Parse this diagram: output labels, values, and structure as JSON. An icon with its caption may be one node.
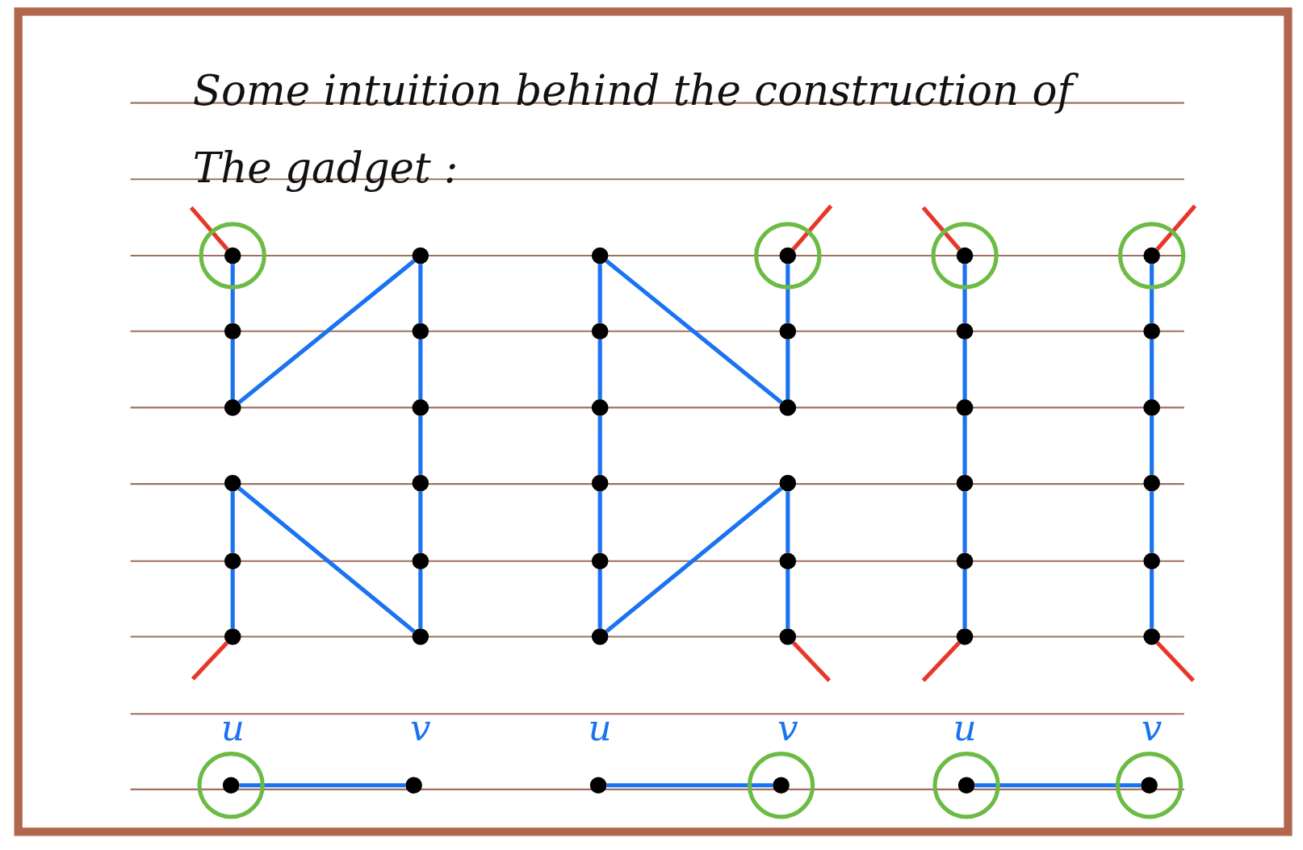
{
  "diagram": {
    "title": "Some intuition behind the construction of The gadget :",
    "nodes": [
      {
        "text": [],
        "shape": "circle"
      },
      {
        "text": [],
        "shape": "circle"
      },
      {
        "text": [],
        "shape": "circle"
      },
      {
        "text": [],
        "shape": "circle"
      },
      {
        "text": [],
        "shape": "circle"
      },
      {
        "text": [],
        "shape": "circle"
      },
      {
        "text": [],
        "shape": "circle"
      },
      {
        "text": [],
        "shape": "circle"
      },
      {
        "text": [],
        "shape": "circle"
      },
      {
        "text": [],
        "shape": "circle"
      },
      {
        "text": [],
        "shape": "circle"
      },
      {
        "text": [],
        "shape": "circle"
      },
      {
        "text": [],
        "shape": "circle"
      },
      {
        "text": [],
        "shape": "circle"
      },
      {
        "text": [],
        "shape": "circle"
      },
      {
        "text": [],
        "shape": "circle"
      },
      {
        "text": [],
        "shape": "circle"
      },
      {
        "text": [],
        "shape": "circle"
      },
      {
        "text": [],
        "shape": "circle"
      },
      {
        "text": [],
        "shape": "circle"
      },
      {
        "text": [],
        "shape": "circle"
      },
      {
        "text": [],
        "shape": "circle"
      },
      {
        "text": [],
        "shape": "circle"
      },
      {
        "text": [],
        "shape": "circle"
      },
      {
        "text": [],
        "shape": "circle"
      },
      {
        "text": [],
        "shape": "circle"
      },
      {
        "text": [],
        "shape": "circle"
      },
      {
        "text": [],
        "shape": "circle"
      },
      {
        "text": [],
        "shape": "circle"
      },
      {
        "text": [],
        "shape": "circle"
      },
      {
        "text": [],
        "shape": "circle"
      },
      {
        "text": [],
        "shape": "circle"
      },
      {
        "text": [],
        "shape": "circle"
      },
      {
        "text": [],
        "shape": "circle"
      },
      {
        "text": [],
        "shape": "circle"
      },
      {
        "text": [],
        "shape": "circle"
      },
      {
        "text": [],
        "shape": "circle"
      },
      {
        "text": [],
        "shape": "circle"
      },
      {
        "text": [],
        "shape": "circle"
      },
      {
        "text": [],
        "shape": "circle"
      },
      {
        "text": [],
        "shape": "circle"
      },
      {
        "text": [],
        "shape": "circle"
      }
    ],
    "edges": [
      {
        "from": null,
        "to": 0,
        "arrow": "none",
        "color": "#e8372a"
      },
      {
        "from": 0,
        "to": 1,
        "arrow": "none"
      },
      {
        "from": 1,
        "to": 2,
        "arrow": "none"
      },
      {
        "from": 2,
        "to": 6,
        "arrow": "none"
      },
      {
        "from": 6,
        "to": 7,
        "arrow": "none"
      },
      {
        "from": 7,
        "to": 8,
        "arrow": "none"
      },
      {
        "from": 8,
        "to": 9,
        "arrow": "none"
      },
      {
        "from": 9,
        "to": 10,
        "arrow": "none"
      },
      {
        "from": 10,
        "to": 11,
        "arrow": "none"
      },
      {
        "from": 11,
        "to": 3,
        "arrow": "none"
      },
      {
        "from": 3,
        "to": 4,
        "arrow": "none"
      },
      {
        "from": 4,
        "to": 5,
        "arrow": "none"
      },
      {
        "from": 5,
        "to": null,
        "arrow": "none",
        "color": "#e8372a"
      },
      {
        "from": 12,
        "to": 13,
        "arrow": "none"
      },
      {
        "from": 13,
        "to": 14,
        "arrow": "none"
      },
      {
        "from": 14,
        "to": 15,
        "arrow": "none"
      },
      {
        "from": 15,
        "to": 16,
        "arrow": "none"
      },
      {
        "from": 16,
        "to": 17,
        "arrow": "none"
      },
      {
        "from": 12,
        "to": 20,
        "arrow": "none"
      },
      {
        "from": null,
        "to": 18,
        "arrow": "none",
        "color": "#e8372a"
      },
      {
        "from": 18,
        "to": 19,
        "arrow": "none"
      },
      {
        "from": 19,
        "to": 20,
        "arrow": "none"
      },
      {
        "from": 17,
        "to": 21,
        "arrow": "none"
      },
      {
        "from": 21,
        "to": 22,
        "arrow": "none"
      },
      {
        "from": 22,
        "to": 23,
        "arrow": "none"
      },
      {
        "from": 23,
        "to": null,
        "arrow": "none",
        "color": "#e8372a"
      },
      {
        "from": null,
        "to": 24,
        "arrow": "none",
        "color": "#e8372a"
      },
      {
        "from": 24,
        "to": 25,
        "arrow": "none"
      },
      {
        "from": 25,
        "to": 26,
        "arrow": "none"
      },
      {
        "from": 26,
        "to": 27,
        "arrow": "none"
      },
      {
        "from": 27,
        "to": 28,
        "arrow": "none"
      },
      {
        "from": 28,
        "to": 29,
        "arrow": "none"
      },
      {
        "from": 29,
        "to": null,
        "arrow": "none",
        "color": "#e8372a"
      },
      {
        "from": null,
        "to": 30,
        "arrow": "none",
        "color": "#e8372a"
      },
      {
        "from": 30,
        "to": 31,
        "arrow": "none"
      },
      {
        "from": 31,
        "to": 32,
        "arrow": "none"
      },
      {
        "from": 32,
        "to": 33,
        "arrow": "none"
      },
      {
        "from": 33,
        "to": 34,
        "arrow": "none"
      },
      {
        "from": 34,
        "to": 35,
        "arrow": "none"
      },
      {
        "from": 35,
        "to": null,
        "arrow": "none",
        "color": "#e8372a"
      },
      {
        "from": 36,
        "to": 37,
        "arrow": "none"
      },
      {
        "from": 38,
        "to": 39,
        "arrow": "none"
      },
      {
        "from": 40,
        "to": 41,
        "arrow": "none"
      }
    ],
    "labels": [
      "u",
      "v",
      "u",
      "v",
      "u",
      "v"
    ]
  }
}
